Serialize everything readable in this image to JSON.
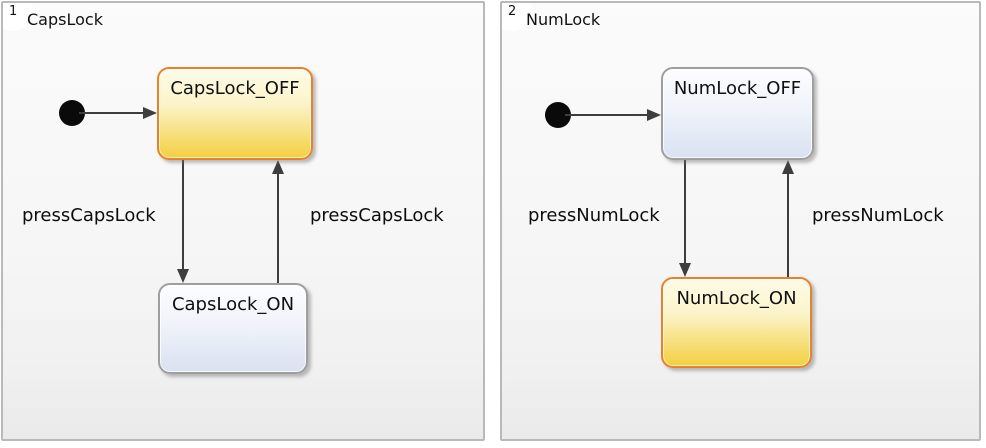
{
  "diagram_type": "state-machine-charts",
  "colors": {
    "active_state_border": "#e8822a",
    "active_state_fill_top": "#fdfbe9",
    "active_state_fill_bottom": "#f3cf3f",
    "inactive_state_border": "#9e9e9e",
    "inactive_state_fill_top": "#fdfdff",
    "inactive_state_fill_bottom": "#d9e2f1",
    "arrow": "#3e3e3e",
    "panel_border": "#b9b9b9",
    "panel_background": "#f6f6f6",
    "initial_dot": "#0a0a0a",
    "text": "#111111"
  },
  "panels": [
    {
      "number": "1",
      "title": "CapsLock",
      "states": [
        {
          "label": "CapsLock_OFF",
          "active": true
        },
        {
          "label": "CapsLock_ON",
          "active": false
        }
      ],
      "transitions": [
        {
          "label": "pressCapsLock",
          "from": "CapsLock_OFF",
          "to": "CapsLock_ON"
        },
        {
          "label": "pressCapsLock",
          "from": "CapsLock_ON",
          "to": "CapsLock_OFF"
        }
      ],
      "initial_transition_to": "CapsLock_OFF"
    },
    {
      "number": "2",
      "title": "NumLock",
      "states": [
        {
          "label": "NumLock_OFF",
          "active": false
        },
        {
          "label": "NumLock_ON",
          "active": true
        }
      ],
      "transitions": [
        {
          "label": "pressNumLock",
          "from": "NumLock_OFF",
          "to": "NumLock_ON"
        },
        {
          "label": "pressNumLock",
          "from": "NumLock_ON",
          "to": "NumLock_OFF"
        }
      ],
      "initial_transition_to": "NumLock_OFF"
    }
  ]
}
